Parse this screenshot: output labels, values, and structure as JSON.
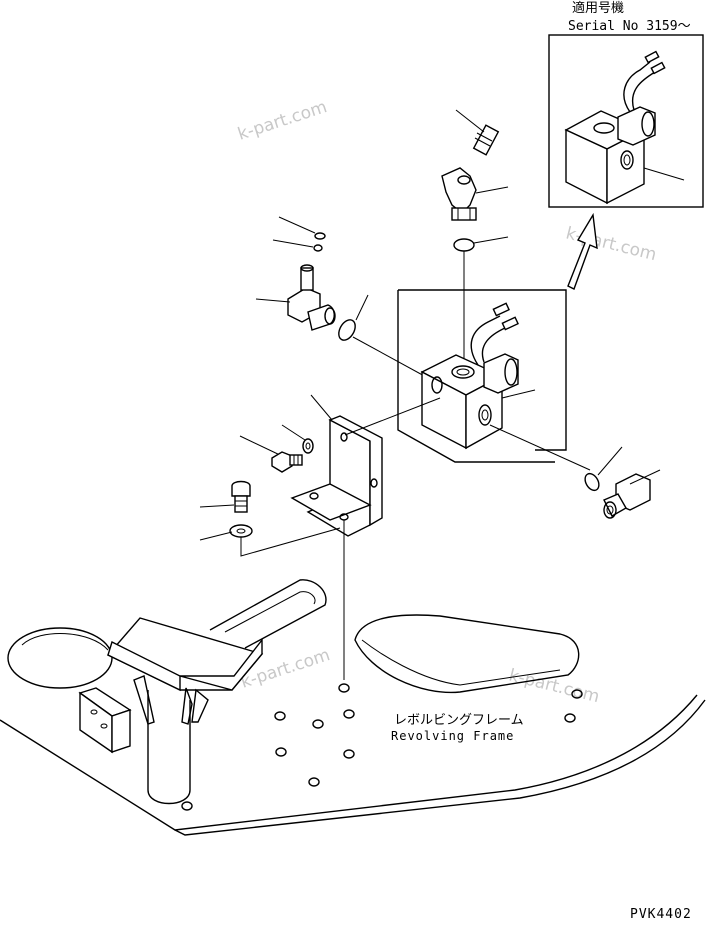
{
  "inset": {
    "applicable_model_label": "適用号機",
    "serial_label": "Serial No 3159～"
  },
  "frame": {
    "label_jp": "レボルビングフレーム",
    "label_en": "Revolving Frame"
  },
  "drawing_code": "PVK4402",
  "watermarks": [
    "k-part.com",
    "k-part.com",
    "k-part.com",
    "k-part.com"
  ]
}
